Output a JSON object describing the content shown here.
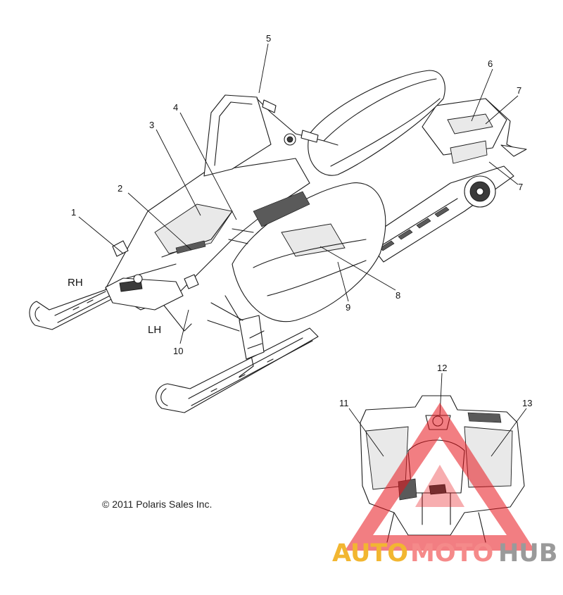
{
  "callouts": [
    "1",
    "2",
    "3",
    "4",
    "5",
    "6",
    "7",
    "7",
    "8",
    "9",
    "10",
    "11",
    "12",
    "13"
  ],
  "side_labels": {
    "right": "RH",
    "left": "LH"
  },
  "copyright": "© 2011 Polaris Sales Inc.",
  "watermark": {
    "part1": "AUTO",
    "part2": "MOTO",
    "part3": "HUB",
    "colors": {
      "part1": "#f2b631",
      "part2": "#f58a8a",
      "part3": "#9a9a9a",
      "triangle": "#e8141b"
    }
  }
}
